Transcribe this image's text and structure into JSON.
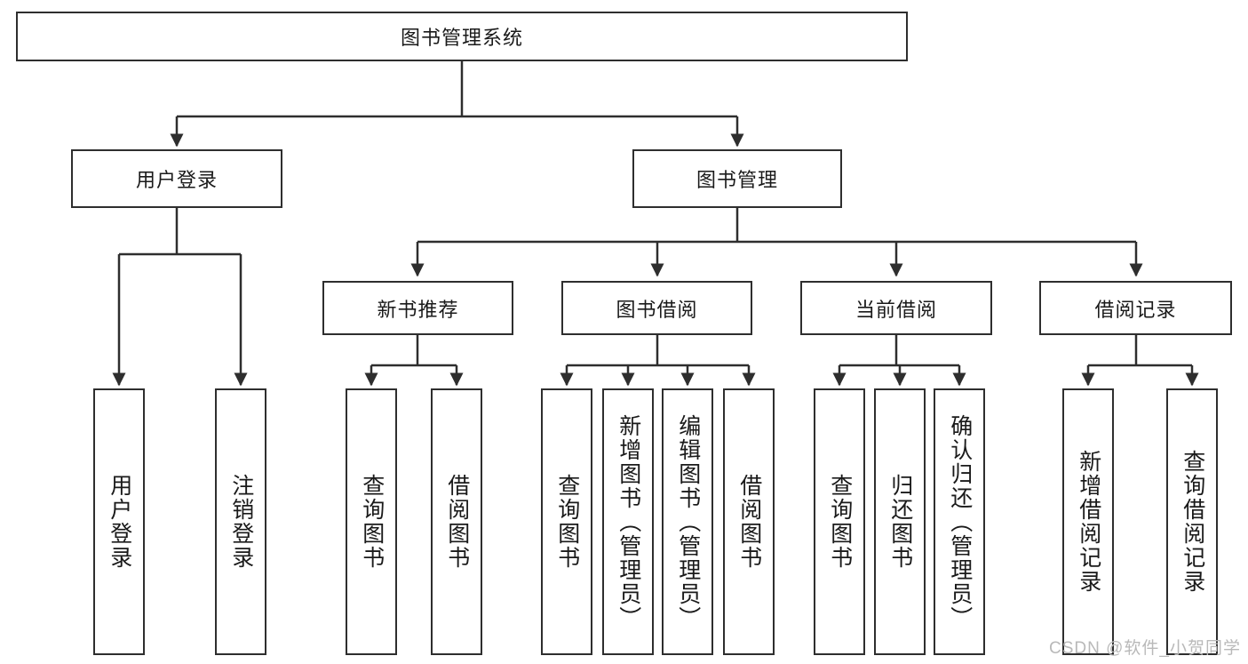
{
  "diagram": {
    "type": "tree-hierarchy",
    "title": "图书管理系统",
    "root": {
      "label": "图书管理系统"
    },
    "level2": [
      {
        "label": "用户登录"
      },
      {
        "label": "图书管理"
      }
    ],
    "level3": [
      {
        "label": "新书推荐"
      },
      {
        "label": "图书借阅"
      },
      {
        "label": "当前借阅"
      },
      {
        "label": "借阅记录"
      }
    ],
    "leaves": {
      "user_login": [
        {
          "label": "用户登录"
        },
        {
          "label": "注销登录"
        }
      ],
      "new_book_recommend": [
        {
          "label": "查询图书"
        },
        {
          "label": "借阅图书"
        }
      ],
      "book_borrow": [
        {
          "label": "查询图书"
        },
        {
          "label": "新增图书（管理员）"
        },
        {
          "label": "编辑图书（管理员）"
        },
        {
          "label": "借阅图书"
        }
      ],
      "current_borrow": [
        {
          "label": "查询图书"
        },
        {
          "label": "归还图书"
        },
        {
          "label": "确认归还（管理员）"
        }
      ],
      "borrow_record": [
        {
          "label": "新增借阅记录"
        },
        {
          "label": "查询借阅记录"
        }
      ]
    }
  },
  "watermark": {
    "text": "CSDN @软件_小贺同学"
  },
  "colors": {
    "stroke": "#2e2e2e",
    "background": "#ffffff",
    "text": "#1a1a1a",
    "watermark": "#b9b9b9"
  }
}
